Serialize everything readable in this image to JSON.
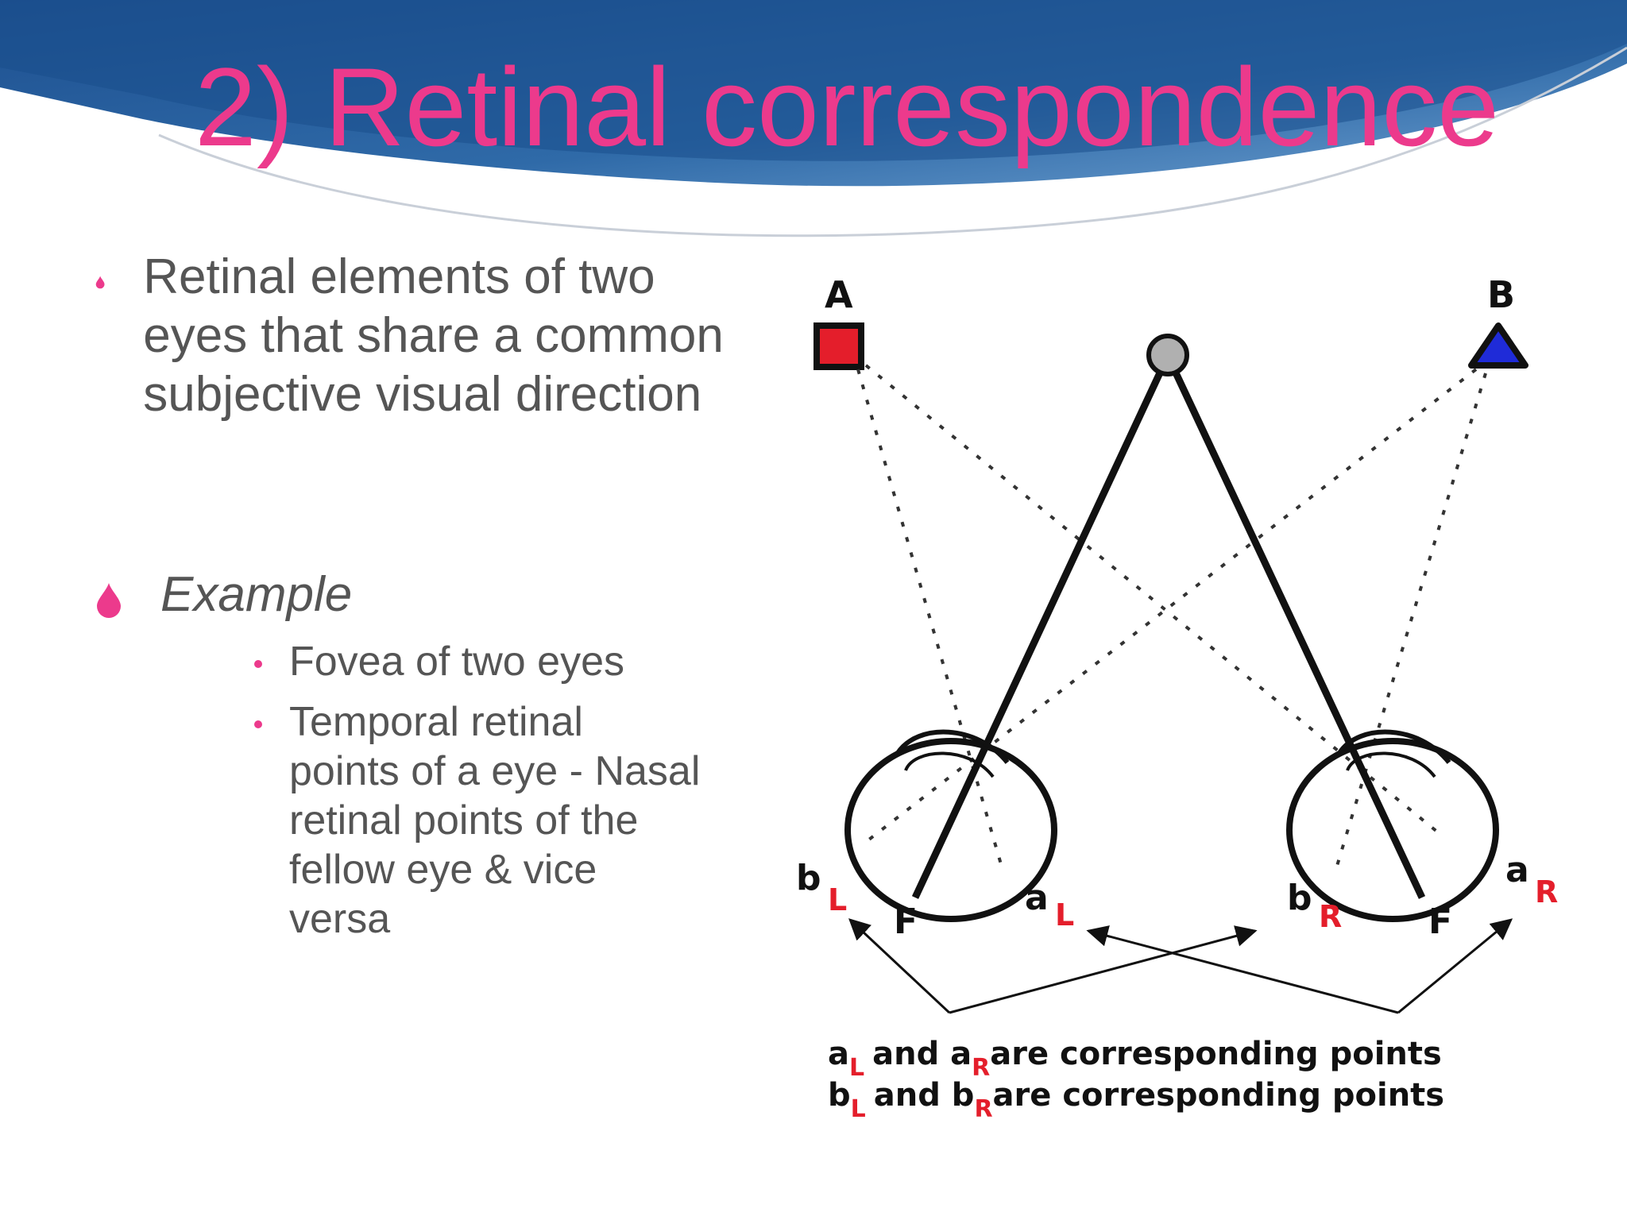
{
  "slide": {
    "title": "2) Retinal correspondence",
    "bullets": [
      {
        "text": "Retinal elements of two eyes that share a common subjective visual direction"
      },
      {
        "text": "Example",
        "sub": [
          "Fovea of two eyes",
          "Temporal retinal points  of a eye - Nasal retinal points of the fellow eye & vice versa"
        ]
      }
    ]
  },
  "diagram": {
    "objects": {
      "a": "A",
      "b": "B"
    },
    "fovea_label": "F",
    "points": {
      "b": "b",
      "a": "a",
      "L": "L",
      "R": "R"
    },
    "caption": {
      "line1": {
        "p1": "a",
        "s1": "L",
        "mid": "and a",
        "s2": "R",
        "end": "are corresponding points"
      },
      "line2": {
        "p1": "b",
        "s1": "L",
        "mid": "and b",
        "s2": "R",
        "end": "are corresponding points"
      }
    },
    "colors": {
      "accent": "#ec3a8c",
      "square": "#e41e2b",
      "triangle": "#1f2bd8",
      "fixation": "#b0b0b0"
    }
  }
}
